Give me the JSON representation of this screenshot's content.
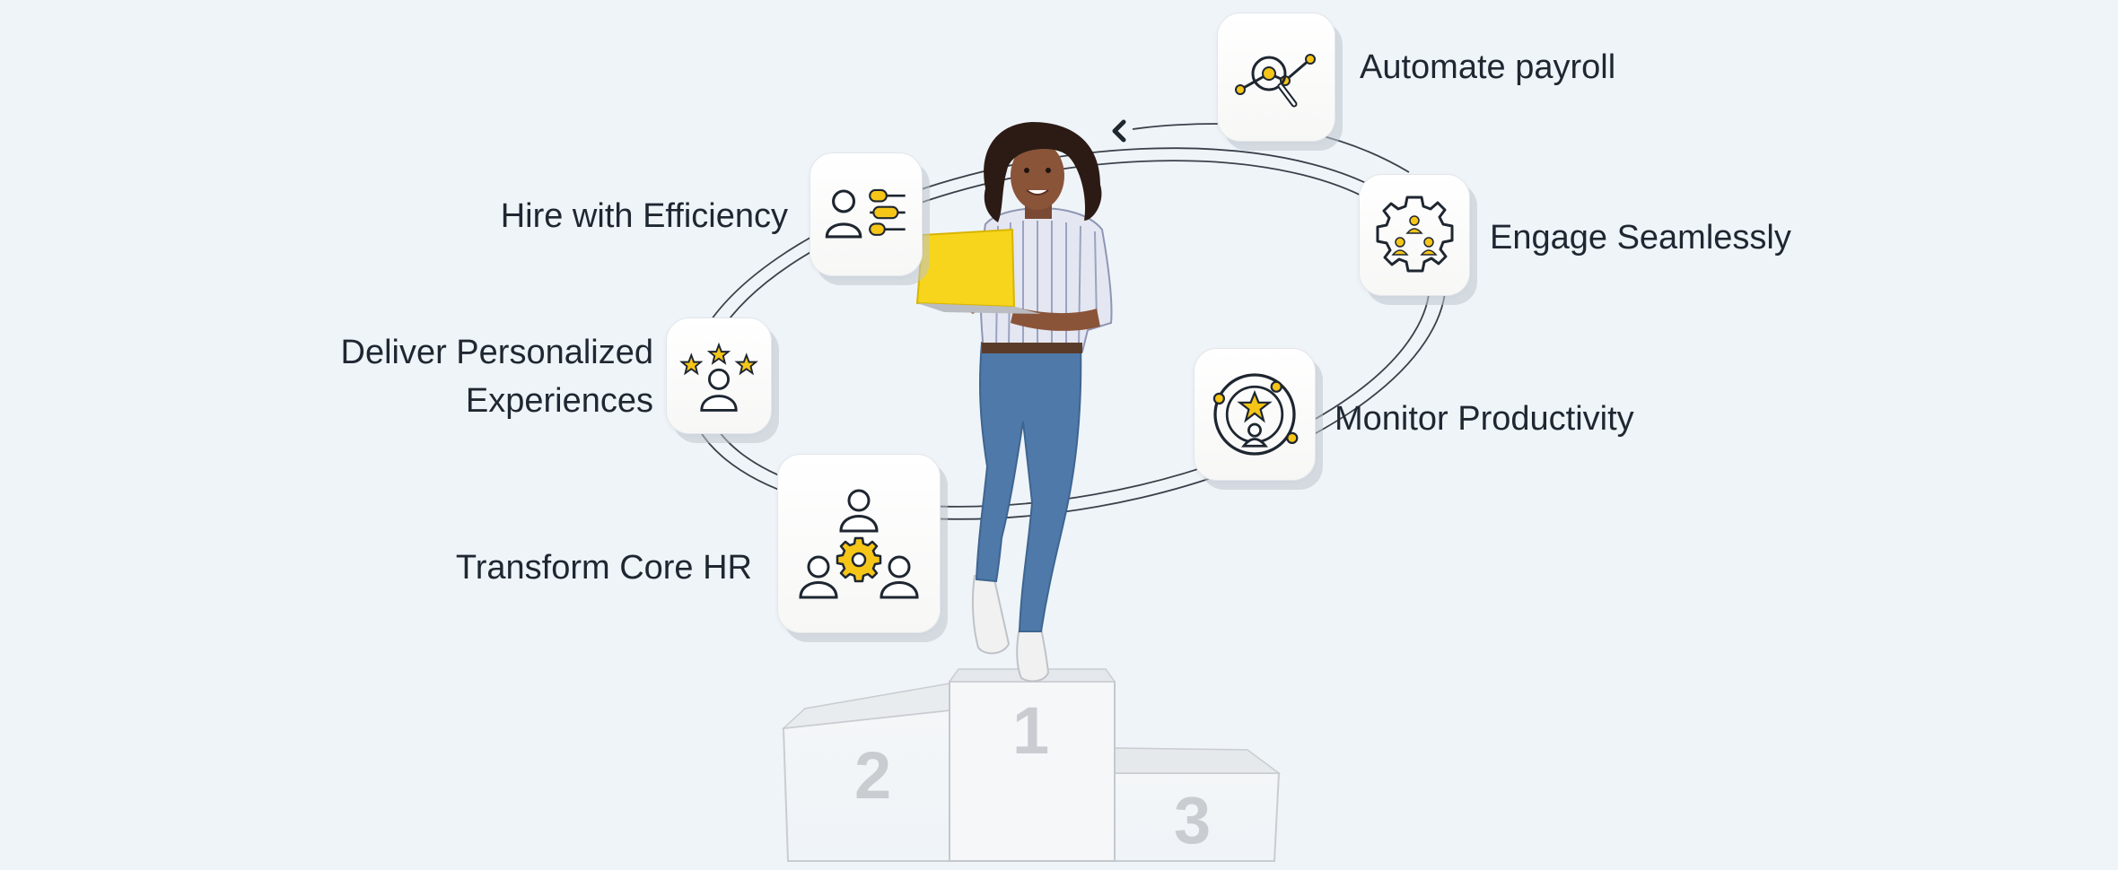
{
  "features": {
    "automate_payroll": "Automate payroll",
    "engage_seamlessly": "Engage Seamlessly",
    "monitor_productivity": "Monitor Productivity",
    "hire_efficiency": "Hire with Efficiency",
    "deliver_personalized_line1": "Deliver Personalized",
    "deliver_personalized_line2": "Experiences",
    "transform_core_hr": "Transform Core HR"
  },
  "podium": {
    "first": "1",
    "second": "2",
    "third": "3"
  },
  "colors": {
    "background": "#eff4f9",
    "accent": "#f5c518",
    "laptop": "#f7d51c",
    "ink": "#1e2630"
  }
}
